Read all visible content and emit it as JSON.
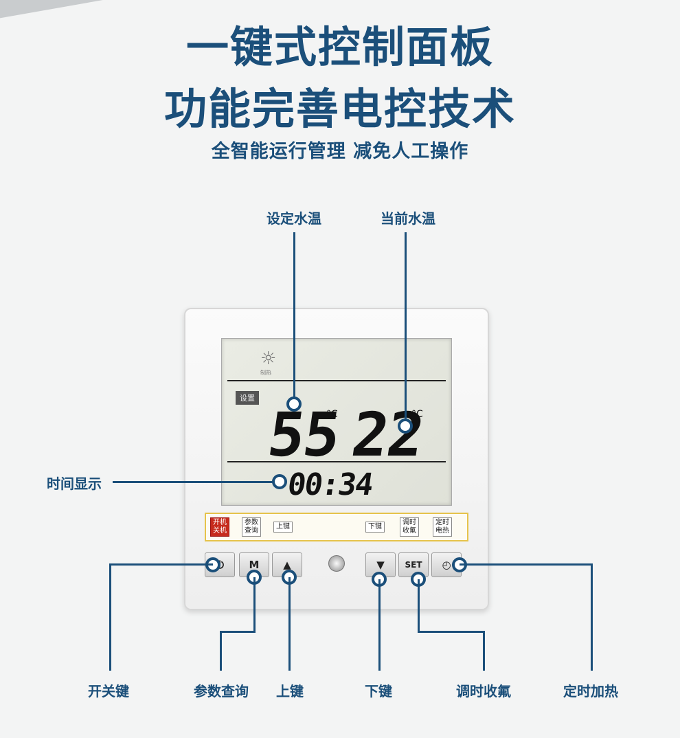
{
  "header": {
    "title_line1": "一键式控制面板",
    "title_line2": "功能完善电控技术",
    "subtitle": "全智能运行管理 减免人工操作"
  },
  "callouts": {
    "set_temp": "设定水温",
    "current_temp": "当前水温",
    "time_display": "时间显示",
    "power_key": "开关键",
    "param_query": "参数查询",
    "up_key": "上键",
    "down_key": "下键",
    "timer_fluorine": "调时收氟",
    "timed_heating": "定时加热"
  },
  "lcd": {
    "mode_label": "制热",
    "set_tag": "设置",
    "set_temp": "55",
    "set_unit": "°C",
    "current_temp": "22",
    "current_unit": "°C",
    "time": "00:34"
  },
  "label_strip": {
    "power": "开机\n关机",
    "params": "参数\n查询",
    "up": "上键",
    "down": "下键",
    "fluorine": "调时\n收氟",
    "timer": "定时\n电热"
  },
  "buttons": {
    "power": "⏻",
    "mode": "M",
    "up": "▲",
    "down": "▼",
    "set": "SET",
    "clock": "◴"
  },
  "colors": {
    "accent": "#1b4f7a",
    "power_label_red": "#c62a1d",
    "strip_border": "#e6c34a"
  }
}
